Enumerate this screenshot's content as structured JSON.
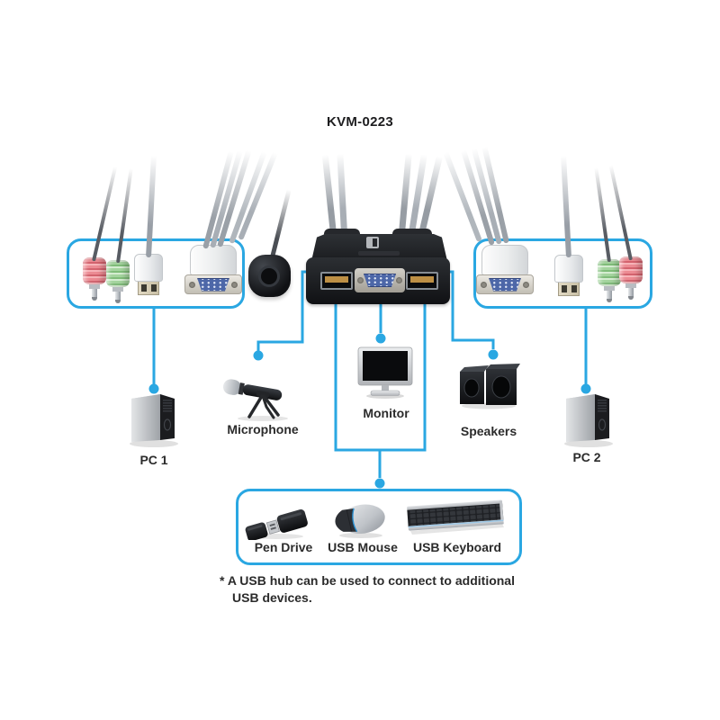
{
  "title": "KVM-0223",
  "colors": {
    "accent_blue": "#2aa7e2",
    "audio_jack_pink": "#ec8b93",
    "audio_jack_green": "#a4d49e",
    "kvm_body": "#1b1d20"
  },
  "devices": {
    "pc1": {
      "label": "PC 1",
      "icon": "tower-pc-icon"
    },
    "microphone": {
      "label": "Microphone",
      "icon": "microphone-icon"
    },
    "monitor": {
      "label": "Monitor",
      "icon": "monitor-icon"
    },
    "speakers": {
      "label": "Speakers",
      "icon": "speakers-icon"
    },
    "pc2": {
      "label": "PC 2",
      "icon": "tower-pc-icon"
    }
  },
  "usb_peripherals": {
    "pen_drive": {
      "label": "Pen Drive",
      "icon": "pen-drive-icon"
    },
    "usb_mouse": {
      "label": "USB Mouse",
      "icon": "usb-mouse-icon"
    },
    "usb_keyboard": {
      "label": "USB Keyboard",
      "icon": "usb-keyboard-icon"
    }
  },
  "footnote": {
    "line1": "* A USB hub can be used to connect to additional",
    "line2": "USB devices."
  }
}
